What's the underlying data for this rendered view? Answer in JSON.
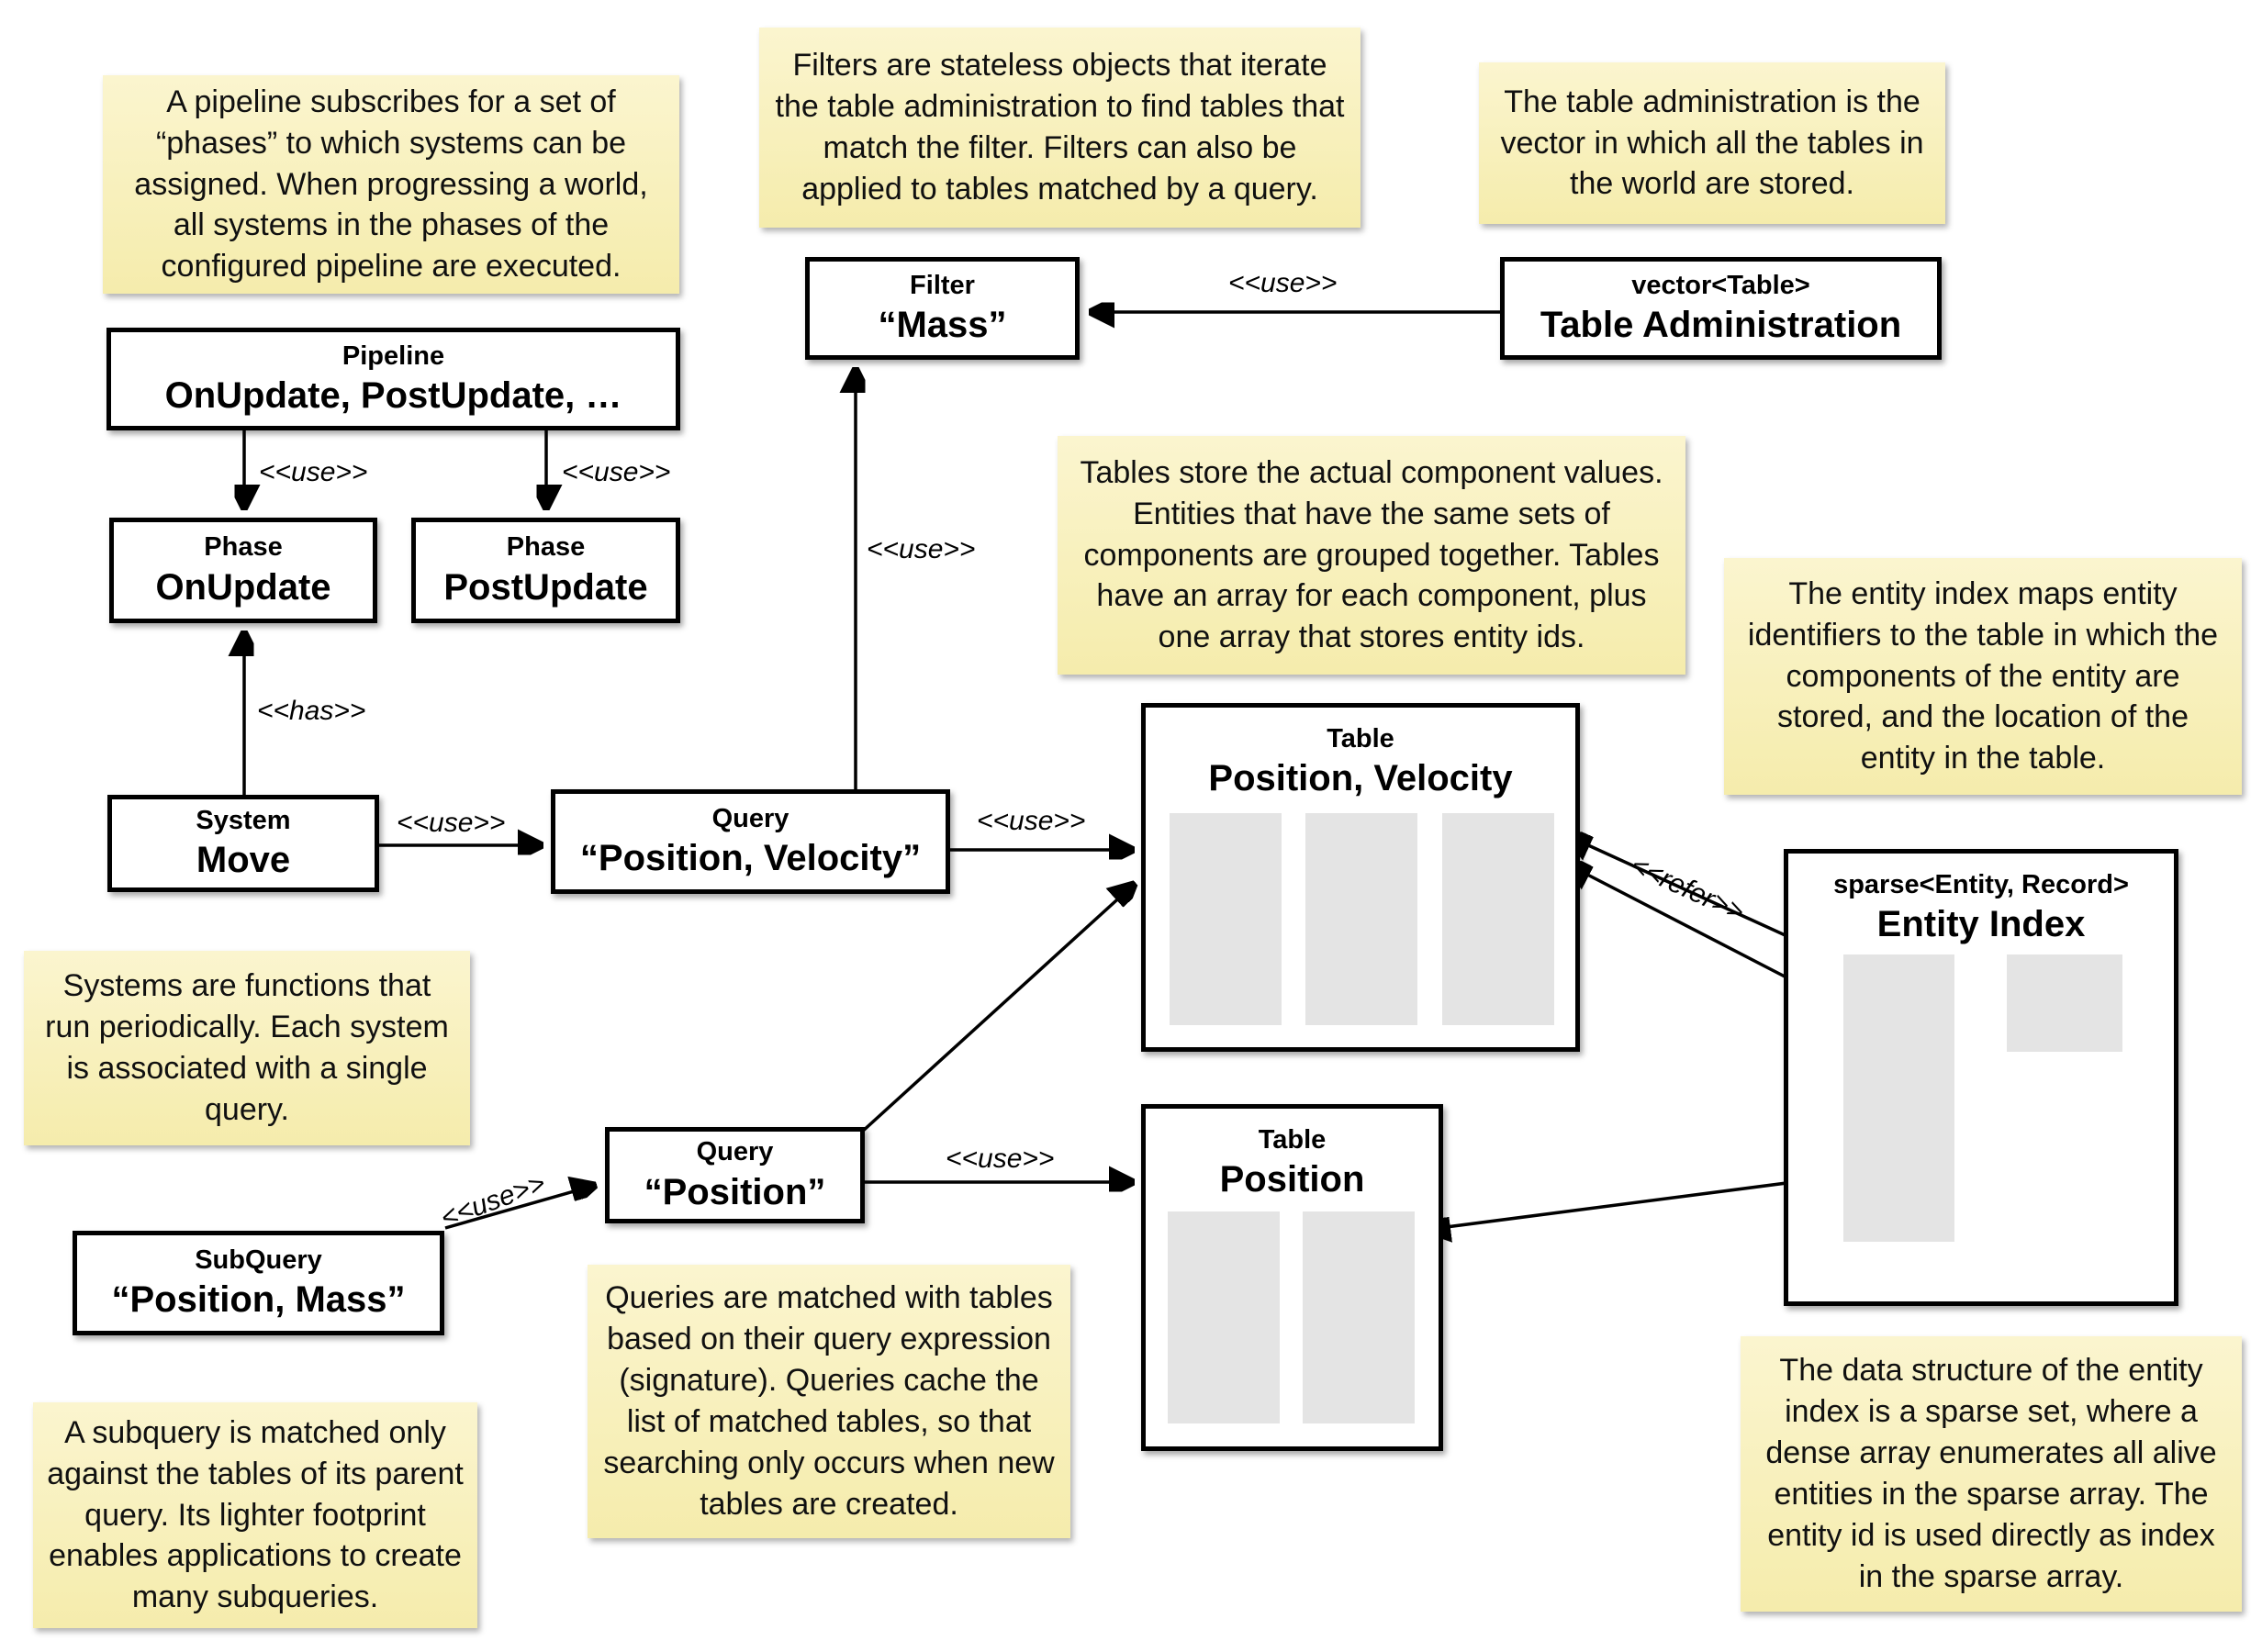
{
  "notes": {
    "pipeline": "A pipeline subscribes for a set of “phases” to which systems can be assigned. When progressing a world, all systems in the phases of the configured pipeline are executed.",
    "filters": "Filters are stateless objects that iterate the table administration to find tables that match the filter. Filters can also be applied to tables matched by a query.",
    "table_admin": "The table administration is the vector in which all the tables in the world are stored.",
    "tables": "Tables store the actual component values. Entities that have the same sets of components are grouped together. Tables have an array for each component, plus one array that stores entity ids.",
    "entity_index": "The entity index maps entity identifiers to the table in which the components of the entity are stored, and the location of the entity in the table.",
    "systems": "Systems are functions that run periodically. Each system is associated with a single query.",
    "queries": "Queries are matched with tables based on their query expression (signature). Queries cache the list of matched tables, so that searching only occurs when new tables are created.",
    "subquery": "A subquery is matched only against the tables of its parent query. Its lighter footprint enables applications to create many subqueries.",
    "sparse_set": "The data structure of the entity index is a sparse set, where a dense array enumerates all alive entities in the sparse array. The entity id is used directly as index in the sparse array."
  },
  "boxes": {
    "pipeline": {
      "stereotype": "Pipeline",
      "name": "OnUpdate, PostUpdate, …"
    },
    "phase_onupdate": {
      "stereotype": "Phase",
      "name": "OnUpdate"
    },
    "phase_postupdate": {
      "stereotype": "Phase",
      "name": "PostUpdate"
    },
    "filter_mass": {
      "stereotype": "Filter",
      "name": "“Mass”"
    },
    "table_admin": {
      "stereotype": "vector<Table>",
      "name": "Table Administration"
    },
    "system_move": {
      "stereotype": "System",
      "name": "Move"
    },
    "query_pv": {
      "stereotype": "Query",
      "name": "“Position, Velocity”"
    },
    "query_p": {
      "stereotype": "Query",
      "name": "“Position”"
    },
    "subquery": {
      "stereotype": "SubQuery",
      "name": "“Position, Mass”"
    },
    "table_pv": {
      "stereotype": "Table",
      "name": "Position, Velocity"
    },
    "table_p": {
      "stereotype": "Table",
      "name": "Position"
    },
    "entity_index": {
      "stereotype": "sparse<Entity, Record>",
      "name": "Entity Index"
    }
  },
  "edge_labels": {
    "use": "<<use>>",
    "has": "<<has>>",
    "refer": "<<refer>>"
  },
  "colors": {
    "note_bg_top": "#fbf5cf",
    "note_bg_bottom": "#f5ecac",
    "box_border": "#000000",
    "array_fill": "#e4e4e4",
    "line": "#000000"
  }
}
